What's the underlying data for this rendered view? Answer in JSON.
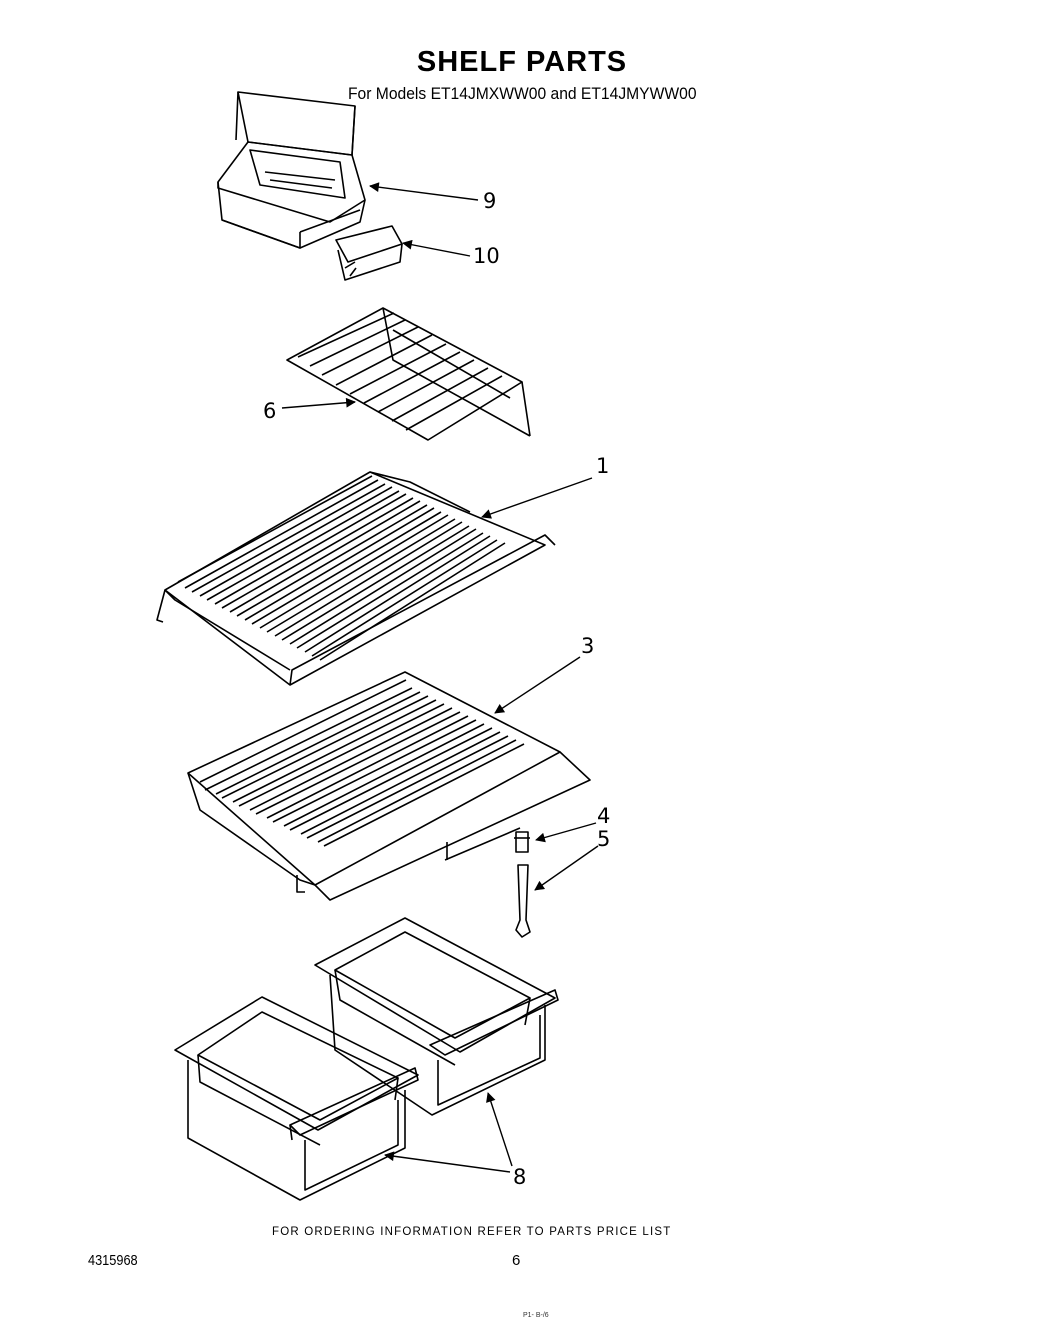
{
  "header": {
    "title": "SHELF PARTS",
    "subtitle": "For Models ET14JMXWW00 and ET14JMYWW00"
  },
  "callouts": {
    "part_9": "9",
    "part_10": "10",
    "part_6": "6",
    "part_1": "1",
    "part_3": "3",
    "part_4": "4",
    "part_5": "5",
    "part_8": "8"
  },
  "footer": {
    "ordering_note": "FOR ORDERING INFORMATION REFER TO PARTS PRICE LIST",
    "document_number": "4315968",
    "page_number": "6",
    "scan_mark": "P1-  B-/6"
  }
}
